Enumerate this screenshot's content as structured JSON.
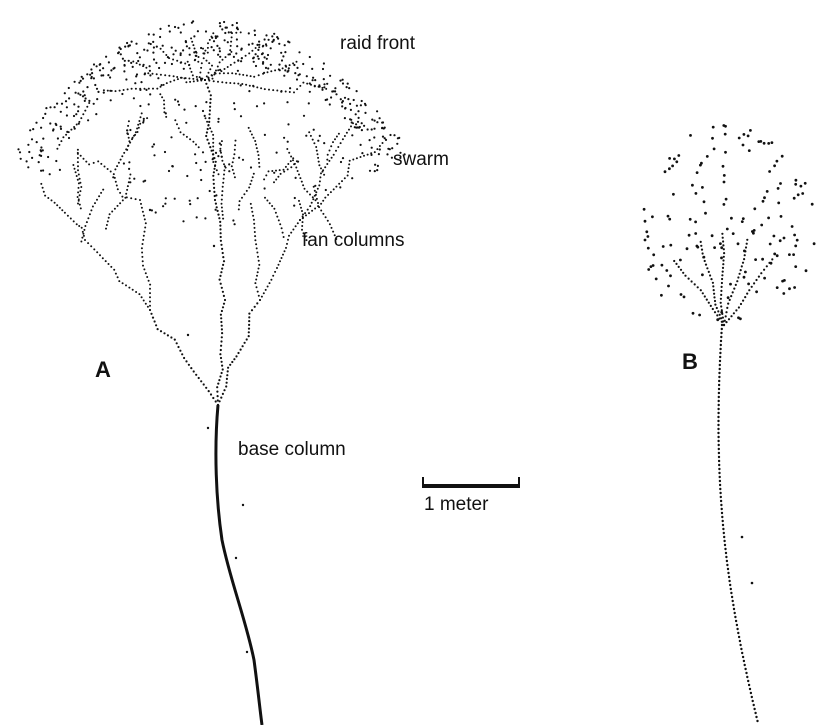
{
  "labels": {
    "raid_front": "raid front",
    "swarm": "swarm",
    "fan_columns": "fan columns",
    "base_column": "base column",
    "scale": "1 meter"
  },
  "panels": {
    "a": "A",
    "b": "B"
  },
  "colors": {
    "ink": "#111111",
    "background": "#ffffff"
  }
}
